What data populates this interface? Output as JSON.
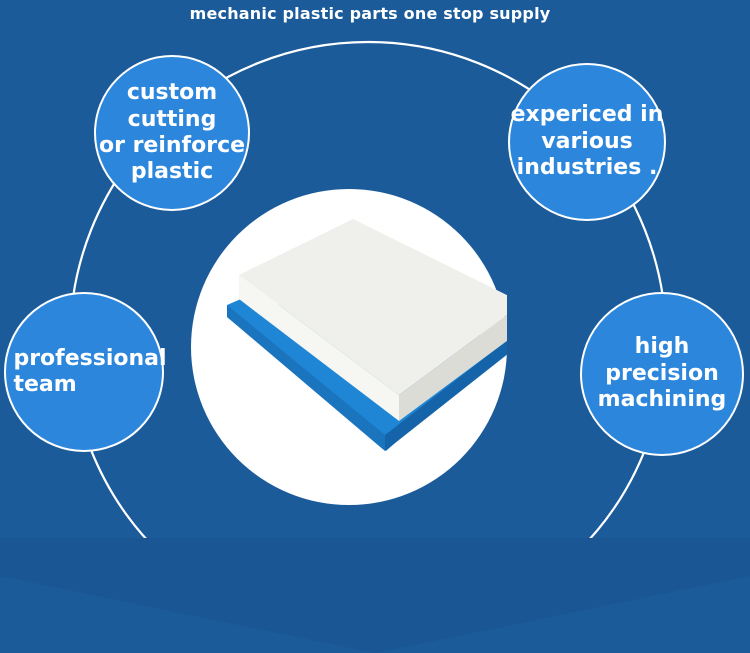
{
  "headline": "mechanic plastic parts one stop supply",
  "features": [
    {
      "label": "custom\ncutting\nor reinforce\nplastic"
    },
    {
      "label": "expericed in\nvarious\nindustries ."
    },
    {
      "label": "professional\nteam"
    },
    {
      "label": "high\nprecision\nmachining"
    }
  ],
  "colors": {
    "background": "#1b5b9a",
    "badge": "#2c87dc",
    "bottom_band": "#1a5594",
    "sheet_blue": "#1f86d6",
    "sheet_white": "#efefeb"
  },
  "product_image": "white-and-blue-plastic-sheet-icon"
}
